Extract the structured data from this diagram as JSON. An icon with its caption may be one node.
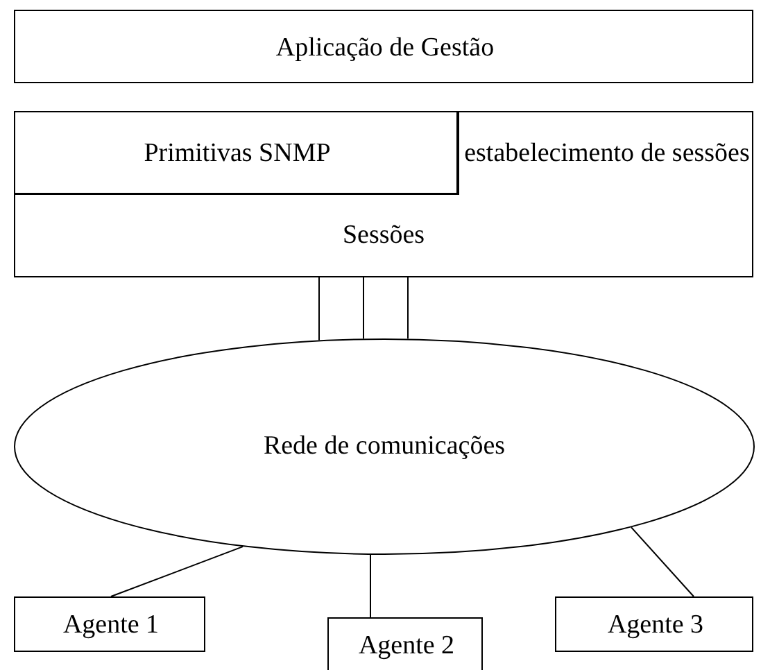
{
  "diagram": {
    "nodes": [
      {
        "text": [
          "Aplicação de Gestão"
        ]
      },
      {
        "text": [
          "Primitivas SNMP"
        ]
      },
      {
        "text": [
          "estabelecimento de sessões",
          "Sessões"
        ]
      },
      {
        "text": [
          "Rede de comunicações"
        ]
      },
      {
        "text": [
          "Agente 1"
        ]
      },
      {
        "text": [
          "Agente 2"
        ]
      },
      {
        "text": [
          "Agente 3"
        ]
      }
    ],
    "edges": [
      {
        "from": 2,
        "to": 3,
        "arrow": "none"
      },
      {
        "from": 2,
        "to": 3,
        "arrow": "none"
      },
      {
        "from": 2,
        "to": 3,
        "arrow": "none"
      },
      {
        "from": 3,
        "to": 4,
        "arrow": "none"
      },
      {
        "from": 3,
        "to": 5,
        "arrow": "none"
      },
      {
        "from": 3,
        "to": 6,
        "arrow": "none"
      }
    ]
  }
}
